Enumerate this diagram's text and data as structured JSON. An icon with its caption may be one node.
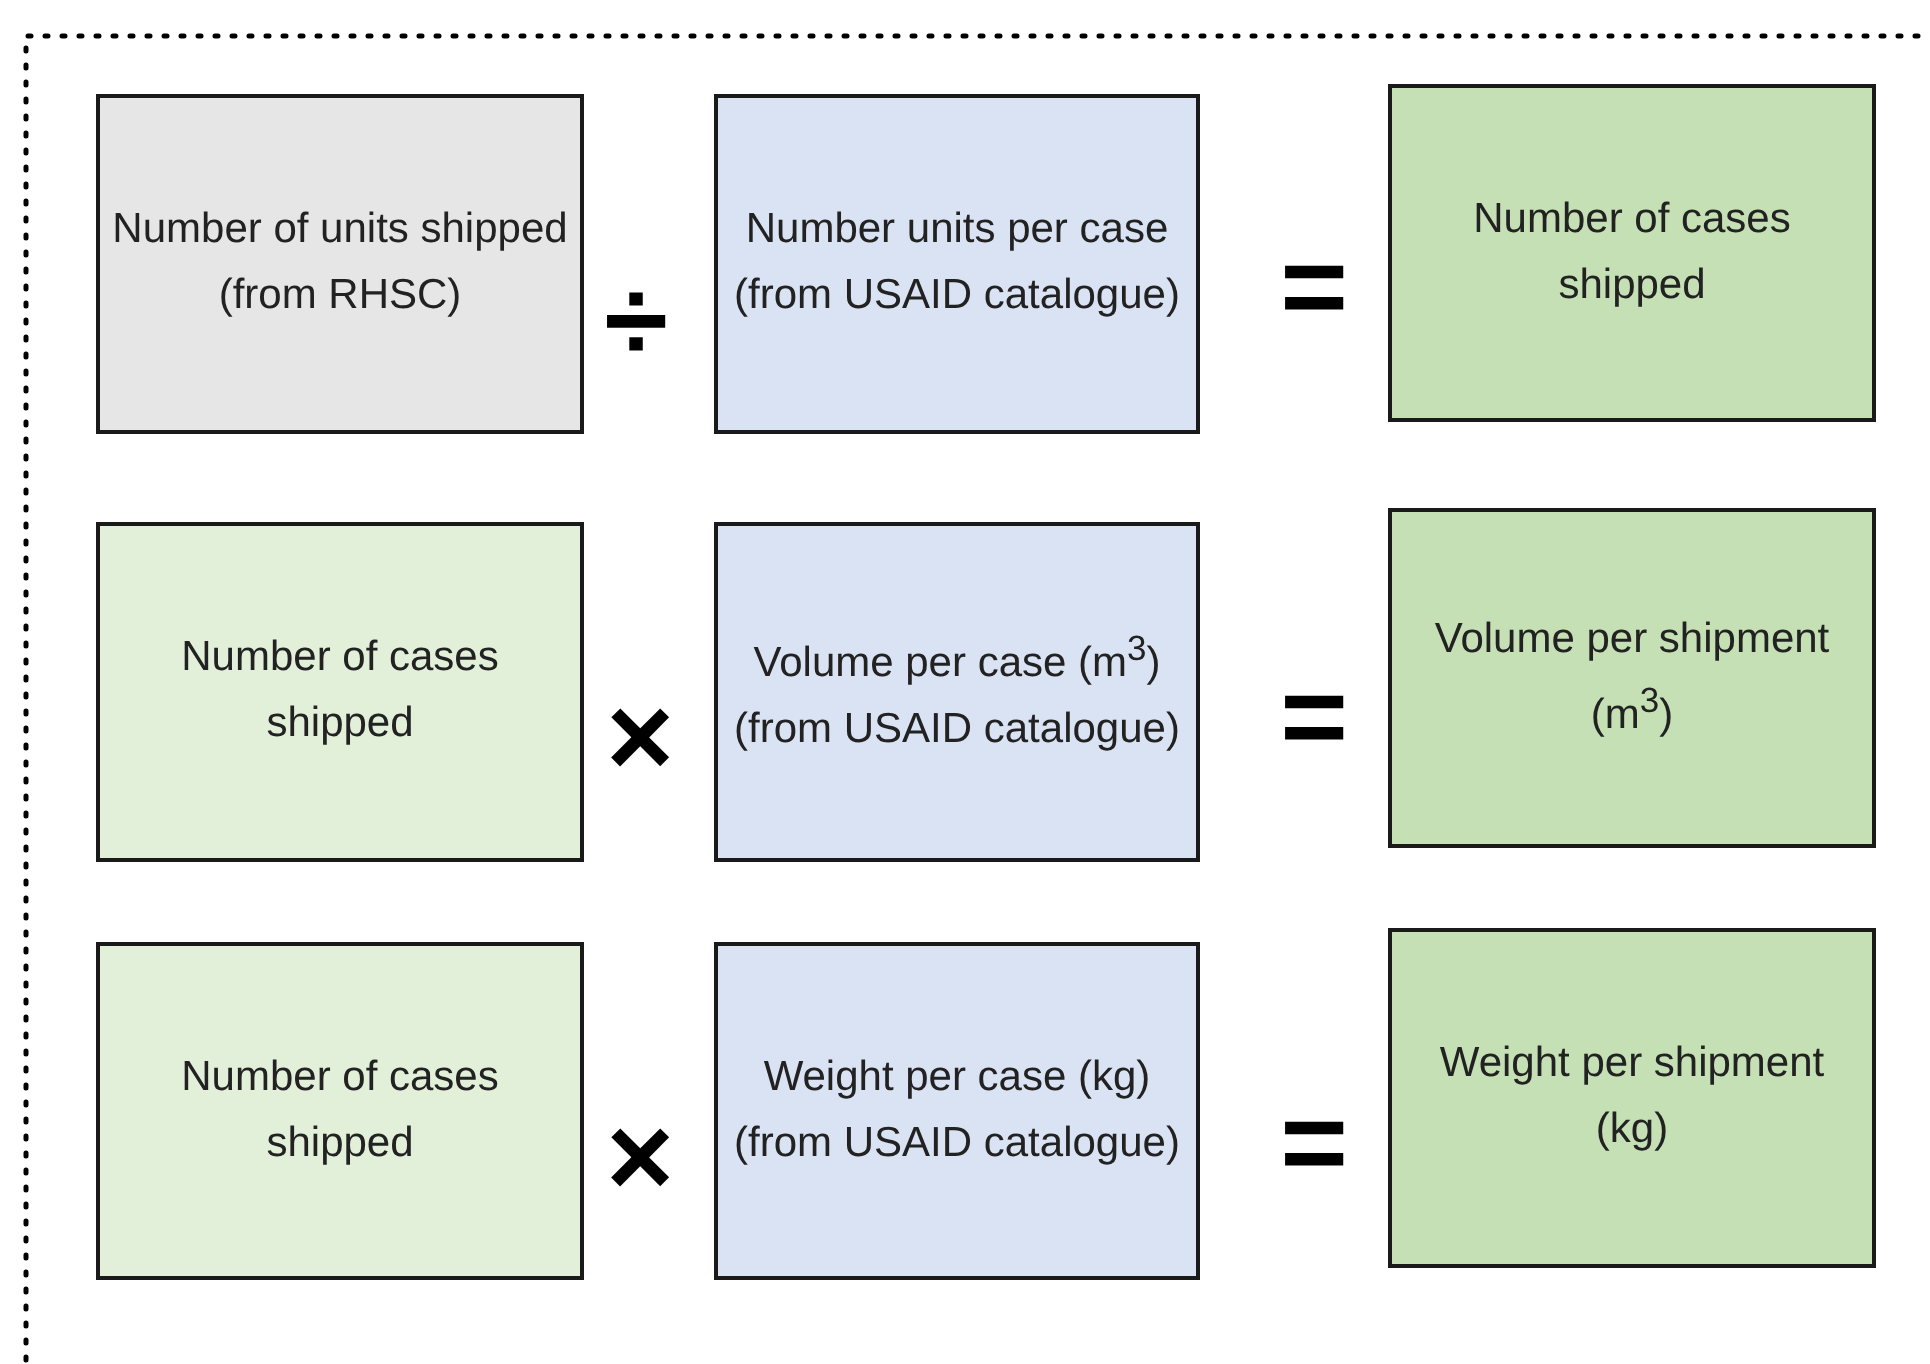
{
  "diagram": {
    "nodes": [
      {
        "text": [
          "Number of units shipped (from RHSC)"
        ]
      },
      {
        "text": [
          "Number units per case (from USAID catalogue)"
        ]
      },
      {
        "text": [
          "Number of cases shipped"
        ]
      },
      {
        "text": [
          "Number of cases shipped"
        ]
      },
      {
        "text": [
          "Volume per case (m$^{3}$) (from USAID catalogue)"
        ]
      },
      {
        "text": [
          "Volume per shipment (m$^{3}$)"
        ]
      },
      {
        "text": [
          "Number of cases shipped"
        ]
      },
      {
        "text": [
          "Weight per case (kg) (from USAID catalogue)"
        ]
      },
      {
        "text": [
          "Weight per shipment (kg)"
        ]
      }
    ],
    "labels": [
      "÷",
      "=",
      "×",
      "=",
      "×",
      "="
    ]
  }
}
